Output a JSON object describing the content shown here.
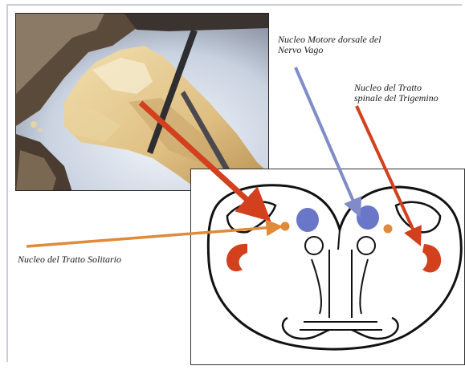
{
  "labels": {
    "vago_line1": "Nucleo Motore dorsale del",
    "vago_line2": "Nervo Vago",
    "trig_line1": "Nucleo del Tratto",
    "trig_line2": "spinale del Trigemino",
    "solitario": "Nucleo del Tratto Solitario"
  },
  "colors": {
    "arrow_red": "#d2401e",
    "arrow_blue": "#7f8cc8",
    "arrow_orange": "#e08a3a",
    "nucleus_blue": "#6a76c8",
    "nucleus_red": "#d2401e",
    "nucleus_orange": "#e08a3a"
  }
}
